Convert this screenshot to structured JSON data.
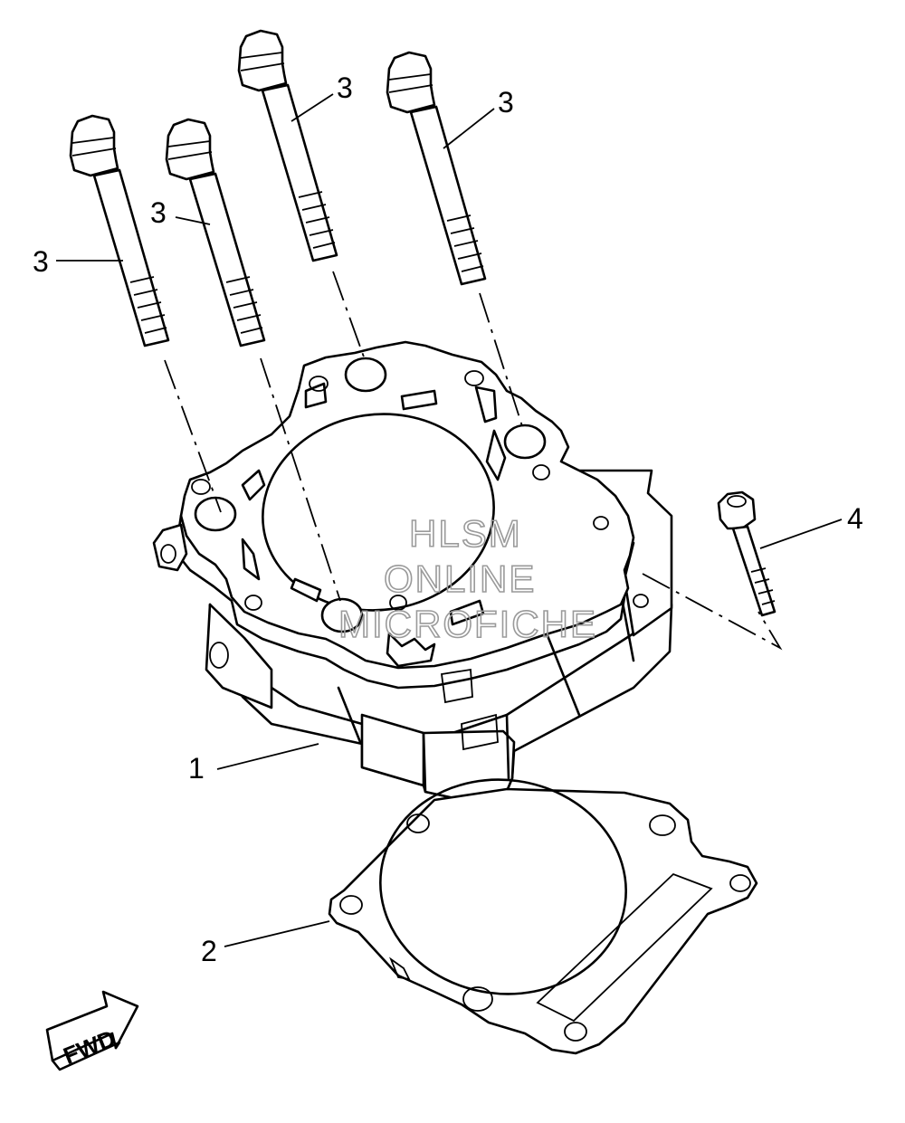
{
  "callouts": {
    "cylinder": "1",
    "gasket": "2",
    "bolt_a": "3",
    "bolt_b": "3",
    "bolt_c": "3",
    "bolt_d": "3",
    "screw": "4"
  },
  "watermark": {
    "line1": "HLSM",
    "line2": "ONLINE",
    "line3": "MICROFICHE"
  },
  "fwd_label": "FWD",
  "icons": {
    "fwd": "fwd-arrow-icon"
  }
}
